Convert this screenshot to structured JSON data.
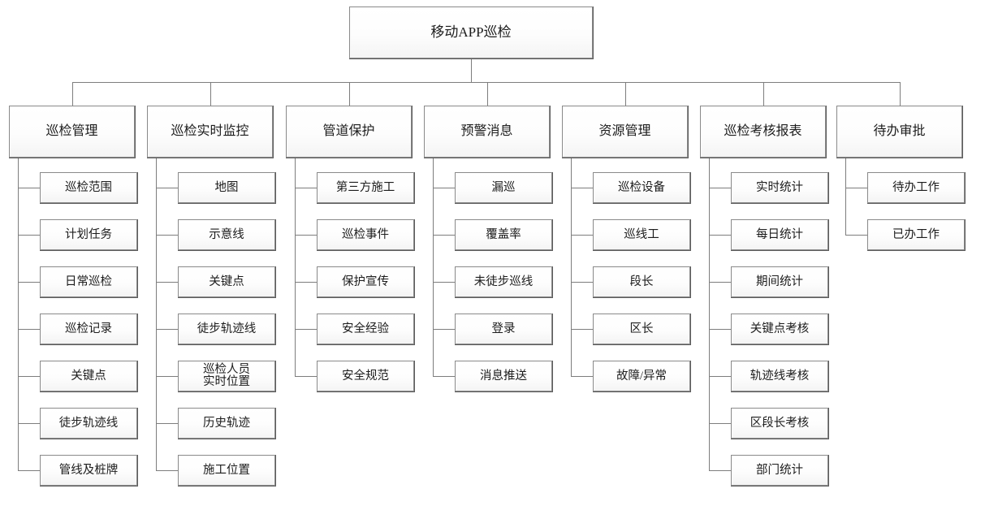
{
  "diagram": {
    "type": "org-tree",
    "title": "移动APP巡检",
    "root": {
      "label": "移动APP巡检"
    },
    "columns": [
      {
        "label": "巡检管理",
        "children": [
          {
            "label": "巡检范围"
          },
          {
            "label": "计划任务"
          },
          {
            "label": "日常巡检"
          },
          {
            "label": "巡检记录"
          },
          {
            "label": "关键点"
          },
          {
            "label": "徒步轨迹线"
          },
          {
            "label": "管线及桩牌"
          }
        ]
      },
      {
        "label": "巡检实时监控",
        "children": [
          {
            "label": "地图"
          },
          {
            "label": "示意线"
          },
          {
            "label": "关键点"
          },
          {
            "label": "徒步轨迹线"
          },
          {
            "label": "巡检人员\n实时位置"
          },
          {
            "label": "历史轨迹"
          },
          {
            "label": "施工位置"
          }
        ]
      },
      {
        "label": "管道保护",
        "children": [
          {
            "label": "第三方施工"
          },
          {
            "label": "巡检事件"
          },
          {
            "label": "保护宣传"
          },
          {
            "label": "安全经验"
          },
          {
            "label": "安全规范"
          }
        ]
      },
      {
        "label": "预警消息",
        "children": [
          {
            "label": "漏巡"
          },
          {
            "label": "覆盖率"
          },
          {
            "label": "未徒步巡线"
          },
          {
            "label": "登录"
          },
          {
            "label": "消息推送"
          }
        ]
      },
      {
        "label": "资源管理",
        "children": [
          {
            "label": "巡检设备"
          },
          {
            "label": "巡线工"
          },
          {
            "label": "段长"
          },
          {
            "label": "区长"
          },
          {
            "label": "故障/异常"
          }
        ]
      },
      {
        "label": "巡检考核报表",
        "children": [
          {
            "label": "实时统计"
          },
          {
            "label": "每日统计"
          },
          {
            "label": "期间统计"
          },
          {
            "label": "关键点考核"
          },
          {
            "label": "轨迹线考核"
          },
          {
            "label": "区段长考核"
          },
          {
            "label": "部门统计"
          }
        ]
      },
      {
        "label": "待办审批",
        "children": [
          {
            "label": "待办工作"
          },
          {
            "label": "已办工作"
          }
        ]
      }
    ],
    "colors": {
      "line": "#7d7d7d",
      "border": "#8a8a8a",
      "shadow": "#5d5d5d",
      "fill_top": "#ffffff",
      "fill_bottom": "#f4f4f4",
      "text": "#1c1c1c",
      "background": "#ffffff"
    }
  }
}
